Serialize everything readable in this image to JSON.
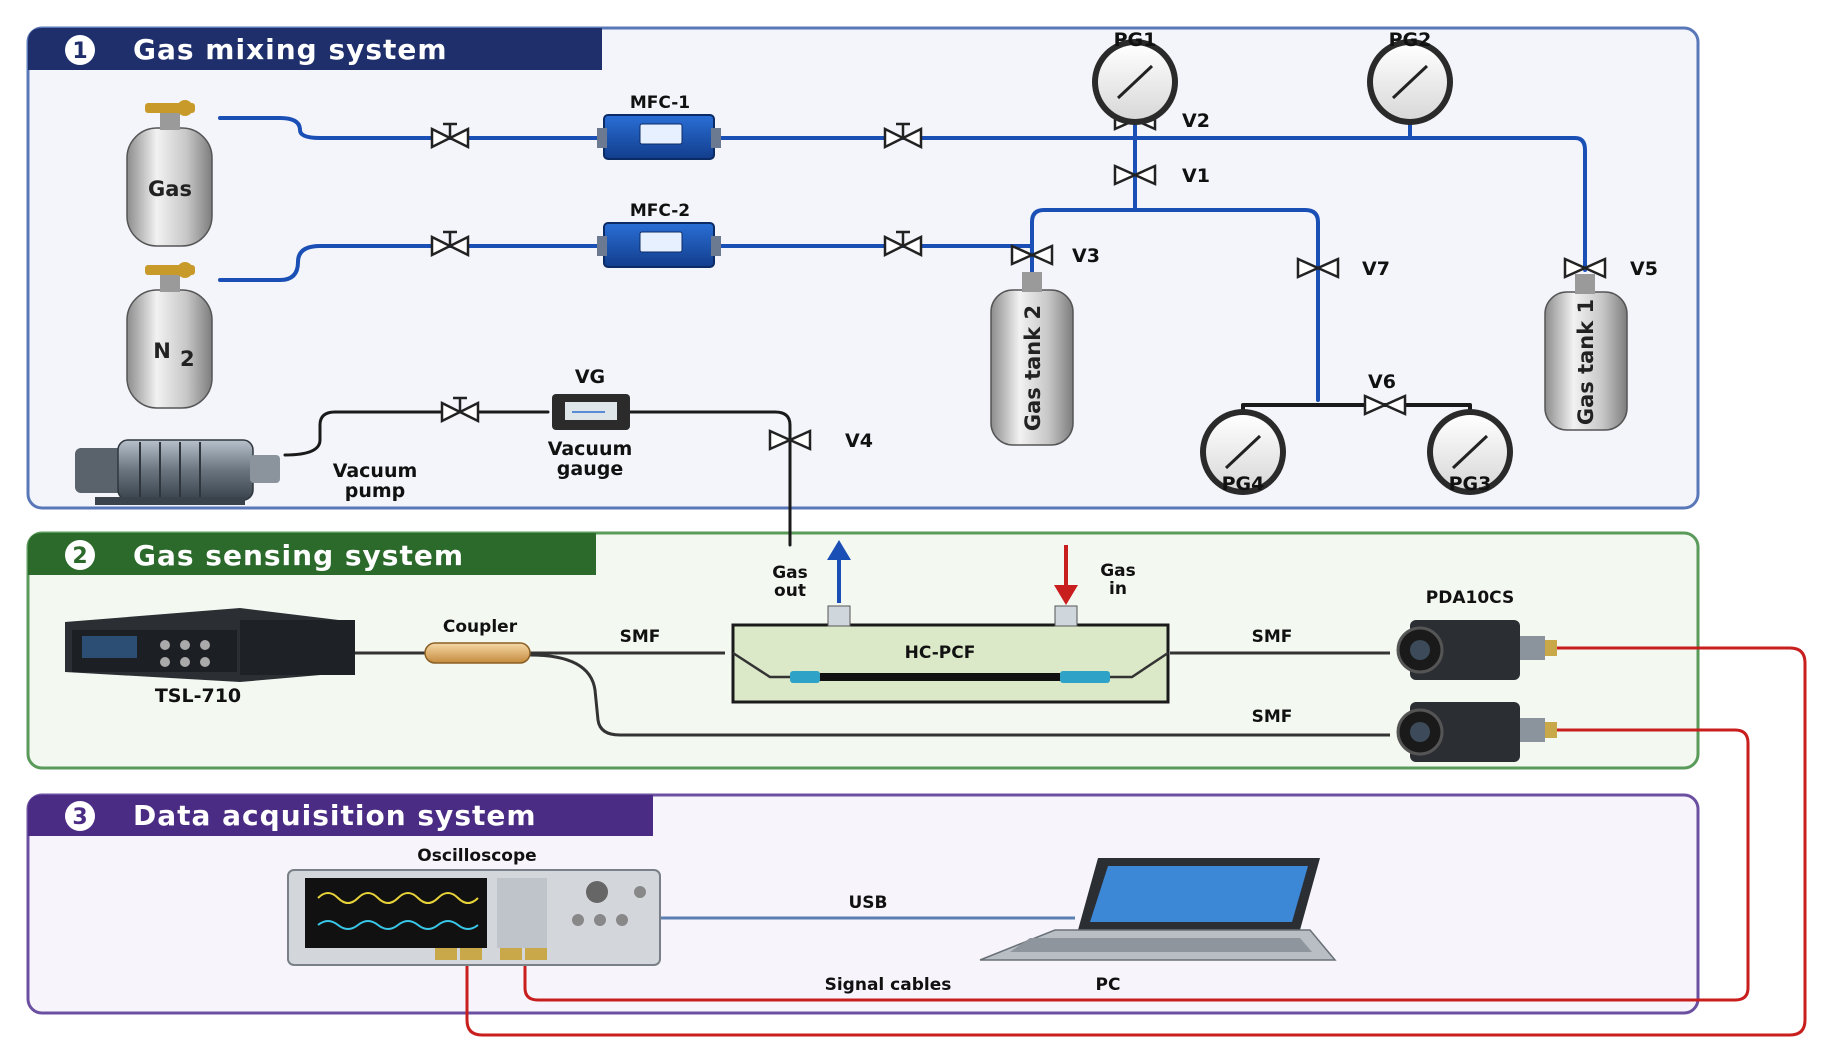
{
  "sections": [
    {
      "number": "1",
      "title": "Gas mixing system",
      "color": "#1f2f6b"
    },
    {
      "number": "2",
      "title": "Gas sensing system",
      "color": "#2c6a2c"
    },
    {
      "number": "3",
      "title": "Data acquisition system",
      "color": "#4a2c84"
    }
  ],
  "gas_mixing": {
    "cylinder_gas": "Gas",
    "cylinder_n2": "N",
    "cylinder_n2_sub": "2",
    "mfc1": "MFC-1",
    "mfc2": "MFC-2",
    "pg1": "PG1",
    "pg2": "PG2",
    "pg3": "PG3",
    "pg4": "PG4",
    "v1": "V1",
    "v2": "V2",
    "v3": "V3",
    "v4": "V4",
    "v5": "V5",
    "v6": "V6",
    "v7": "V7",
    "vg": "VG",
    "vacuum_gauge_line1": "Vacuum",
    "vacuum_gauge_line2": "gauge",
    "vacuum_pump_line1": "Vacuum",
    "vacuum_pump_line2": "pump",
    "gas_tank_1": "Gas tank 1",
    "gas_tank_2": "Gas tank 2"
  },
  "gas_sensing": {
    "laser": "TSL-710",
    "coupler": "Coupler",
    "smf": "SMF",
    "fiber": "HC-PCF",
    "detector": "PDA10CS",
    "gas_out_line1": "Gas",
    "gas_out_line2": "out",
    "gas_in_line1": "Gas",
    "gas_in_line2": "in"
  },
  "data_acq": {
    "oscilloscope": "Oscilloscope",
    "usb": "USB",
    "signal_cables": "Signal cables",
    "pc": "PC"
  },
  "colors": {
    "blue_line": "#1a4fb5",
    "red_line": "#c81e1e",
    "black_line": "#222222",
    "frame1": "#5a78b8",
    "frame2": "#5a9a5a",
    "frame3": "#6b4fa0"
  }
}
